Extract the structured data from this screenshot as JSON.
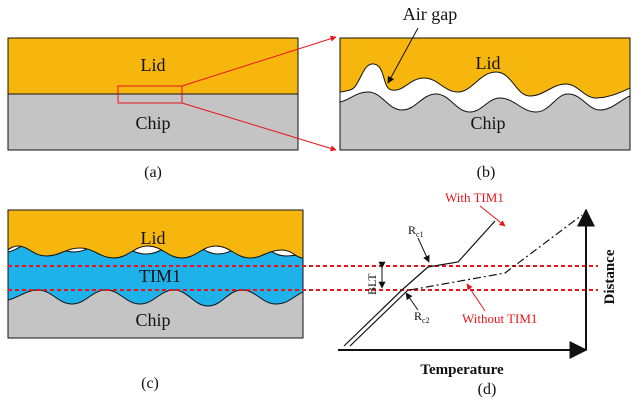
{
  "panel_a": {
    "lid": "Lid",
    "chip": "Chip",
    "caption": "(a)"
  },
  "panel_b": {
    "lid": "Lid",
    "chip": "Chip",
    "air_gap": "Air gap",
    "caption": "(b)"
  },
  "panel_c": {
    "lid": "Lid",
    "tim": "TIM1",
    "chip": "Chip",
    "caption": "(c)"
  },
  "panel_d": {
    "with_tim": "With TIM1",
    "without_tim": "Without TIM1",
    "rc1_main": "R",
    "rc1_sub": "c1",
    "rc2_main": "R",
    "rc2_sub": "c2",
    "blt": "BLT",
    "x_axis": "Temperature",
    "y_axis": "Distance",
    "caption": "(d)"
  },
  "colors": {
    "lid": "#f6b60d",
    "chip": "#c4c4c4",
    "tim": "#1fb2ea",
    "red": "#e8141a",
    "outline": "#111111"
  }
}
